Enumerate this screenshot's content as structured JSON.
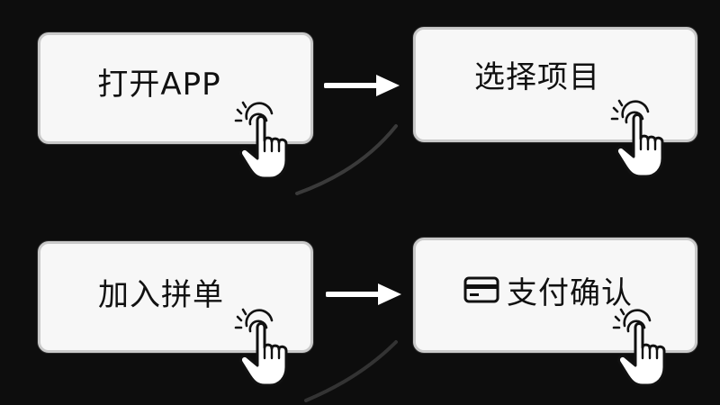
{
  "steps": [
    {
      "label": "打开APP"
    },
    {
      "label": "选择项目"
    },
    {
      "label": "加入拼单"
    },
    {
      "label": "支付确认",
      "icon": "credit-card-icon"
    }
  ],
  "icons": {
    "tap": "hand-tap-icon",
    "arrow": "right-arrow-icon",
    "card": "credit-card-icon"
  },
  "colors": {
    "background": "#0d0d0d",
    "card_fill": "#f7f7f7",
    "card_border": "#c9c9c9",
    "text": "#111111",
    "arrow": "#ffffff"
  }
}
